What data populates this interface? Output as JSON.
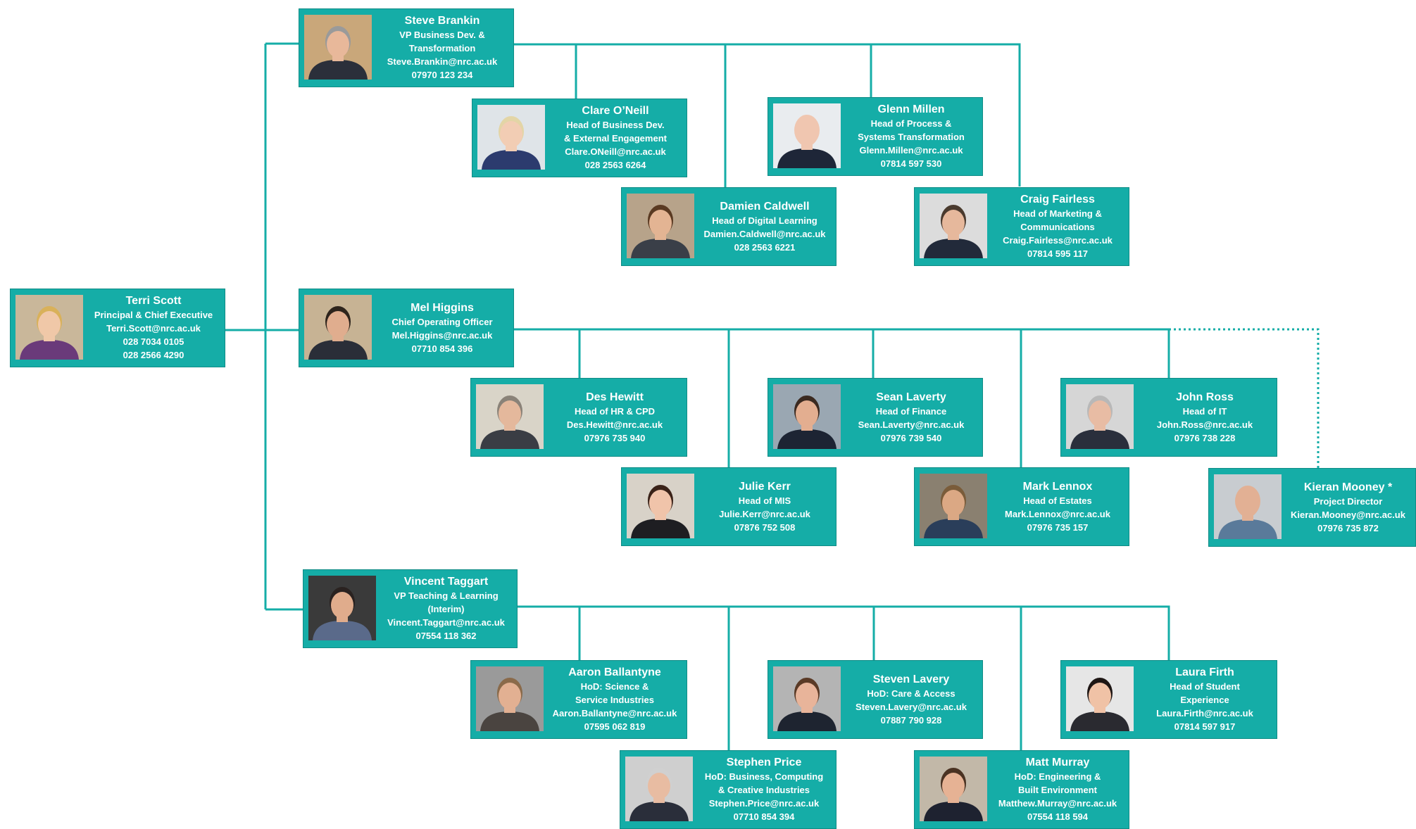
{
  "colors": {
    "card": "#15ada7",
    "line": "#15ada7",
    "text": "#ffffff"
  },
  "people": [
    {
      "id": "terri-scott",
      "name": "Terri Scott",
      "role": [
        "Principal & Chief Executive"
      ],
      "email": "Terri.Scott@nrc.ac.uk",
      "phones": [
        "028 7034 0105",
        "028 2566 4290"
      ],
      "photo": {
        "skin": "#f0c8a8",
        "hair": "#d9b15a",
        "shirt": "#6a3a7a",
        "bg": "#c9b79a"
      }
    },
    {
      "id": "steve-brankin",
      "name": "Steve Brankin",
      "role": [
        "VP Business Dev. &",
        "Transformation"
      ],
      "email": "Steve.Brankin@nrc.ac.uk",
      "phones": [
        "07970 123 234"
      ],
      "photo": {
        "skin": "#e8b89a",
        "hair": "#9a9a9a",
        "shirt": "#2b2f3a",
        "bg": "#c9a77a"
      }
    },
    {
      "id": "clare-oneill",
      "name": "Clare O’Neill",
      "role": [
        "Head of Business Dev.",
        "& External Engagement"
      ],
      "email": "Clare.ONeill@nrc.ac.uk",
      "phones": [
        "028 2563 6264"
      ],
      "photo": {
        "skin": "#f2cdb4",
        "hair": "#e3d5a6",
        "shirt": "#2c3b6e",
        "bg": "#dfe4e8"
      }
    },
    {
      "id": "glenn-millen",
      "name": "Glenn Millen",
      "role": [
        "Head of Process &",
        "Systems Transformation"
      ],
      "email": "Glenn.Millen@nrc.ac.uk",
      "phones": [
        "07814 597 530"
      ],
      "photo": {
        "skin": "#f0c6b0",
        "hair": "#f0c6b0",
        "shirt": "#1e2638",
        "bg": "#e9ecef"
      }
    },
    {
      "id": "damien-caldwell",
      "name": "Damien Caldwell",
      "role": [
        "Head of Digital Learning"
      ],
      "email": "Damien.Caldwell@nrc.ac.uk",
      "phones": [
        "028 2563 6221"
      ],
      "photo": {
        "skin": "#e3b493",
        "hair": "#5a3a22",
        "shirt": "#3a3f48",
        "bg": "#b7a38a"
      }
    },
    {
      "id": "craig-fairless",
      "name": "Craig Fairless",
      "role": [
        "Head of Marketing &",
        "Communications"
      ],
      "email": "Craig.Fairless@nrc.ac.uk",
      "phones": [
        "07814 595 117"
      ],
      "photo": {
        "skin": "#e6b89c",
        "hair": "#4a3a2e",
        "shirt": "#222a3a",
        "bg": "#dcdcdc"
      }
    },
    {
      "id": "mel-higgins",
      "name": "Mel Higgins",
      "role": [
        "Chief Operating Officer"
      ],
      "email": "Mel.Higgins@nrc.ac.uk",
      "phones": [
        "07710 854 396"
      ],
      "photo": {
        "skin": "#e0ad8e",
        "hair": "#2e241c",
        "shirt": "#2a2e38",
        "bg": "#c7b394"
      }
    },
    {
      "id": "des-hewitt",
      "name": "Des Hewitt",
      "role": [
        "Head of HR & CPD"
      ],
      "email": "Des.Hewitt@nrc.ac.uk",
      "phones": [
        "07976 735 940"
      ],
      "photo": {
        "skin": "#e4b89c",
        "hair": "#8a8278",
        "shirt": "#3a3d44",
        "bg": "#d9d4c8"
      }
    },
    {
      "id": "sean-laverty",
      "name": "Sean Laverty",
      "role": [
        "Head of Finance"
      ],
      "email": "Sean.Laverty@nrc.ac.uk",
      "phones": [
        "07976 739 540"
      ],
      "photo": {
        "skin": "#e3ae90",
        "hair": "#3b2a20",
        "shirt": "#1d2433",
        "bg": "#9aa7b2"
      }
    },
    {
      "id": "john-ross",
      "name": "John Ross",
      "role": [
        "Head of IT"
      ],
      "email": "John.Ross@nrc.ac.uk",
      "phones": [
        "07976 738 228"
      ],
      "photo": {
        "skin": "#e8bca4",
        "hair": "#b8b8b8",
        "shirt": "#2a2f3c",
        "bg": "#d6d6d6"
      }
    },
    {
      "id": "julie-kerr",
      "name": "Julie Kerr",
      "role": [
        "Head of MIS"
      ],
      "email": "Julie.Kerr@nrc.ac.uk",
      "phones": [
        "07876 752 508"
      ],
      "photo": {
        "skin": "#f0c4aa",
        "hair": "#3a2218",
        "shirt": "#1e1e22",
        "bg": "#d8d2c8"
      }
    },
    {
      "id": "mark-lennox",
      "name": "Mark Lennox",
      "role": [
        "Head of Estates"
      ],
      "email": "Mark.Lennox@nrc.ac.uk",
      "phones": [
        "07976 735 157"
      ],
      "photo": {
        "skin": "#dba884",
        "hair": "#7a5c3a",
        "shirt": "#2a3e5a",
        "bg": "#8a8070"
      }
    },
    {
      "id": "kieran-mooney",
      "name": "Kieran Mooney *",
      "role": [
        "Project Director"
      ],
      "email": "Kieran.Mooney@nrc.ac.uk",
      "phones": [
        "07976 735 872"
      ],
      "photo": {
        "skin": "#e2b094",
        "hair": "#e2b094",
        "shirt": "#5a7a9a",
        "bg": "#c8ccd0"
      }
    },
    {
      "id": "vincent-taggart",
      "name": "Vincent Taggart",
      "role": [
        "VP Teaching & Learning",
        "(Interim)"
      ],
      "email": "Vincent.Taggart@nrc.ac.uk",
      "phones": [
        "07554 118 362"
      ],
      "photo": {
        "skin": "#e0ac8c",
        "hair": "#2a2220",
        "shirt": "#5a6a8a",
        "bg": "#3a3a3a"
      }
    },
    {
      "id": "aaron-ballantyne",
      "name": "Aaron Ballantyne",
      "role": [
        "HoD: Science &",
        "Service Industries"
      ],
      "email": "Aaron.Ballantyne@nrc.ac.uk",
      "phones": [
        "07595 062 819"
      ],
      "photo": {
        "skin": "#e2b092",
        "hair": "#8a6a4a",
        "shirt": "#4a4440",
        "bg": "#9a9a9a"
      }
    },
    {
      "id": "steven-lavery",
      "name": "Steven Lavery",
      "role": [
        "HoD: Care & Access"
      ],
      "email": "Steven.Lavery@nrc.ac.uk",
      "phones": [
        "07887 790 928"
      ],
      "photo": {
        "skin": "#e8b49a",
        "hair": "#5a3a26",
        "shirt": "#1e2430",
        "bg": "#b4b4b4"
      }
    },
    {
      "id": "laura-firth",
      "name": "Laura Firth",
      "role": [
        "Head of Student",
        "Experience"
      ],
      "email": "Laura.Firth@nrc.ac.uk",
      "phones": [
        "07814 597 917"
      ],
      "photo": {
        "skin": "#f0c2a6",
        "hair": "#1e1614",
        "shirt": "#2a2a30",
        "bg": "#e6e6e6"
      }
    },
    {
      "id": "stephen-price",
      "name": "Stephen Price",
      "role": [
        "HoD: Business, Computing",
        "& Creative Industries"
      ],
      "email": "Stephen.Price@nrc.ac.uk",
      "phones": [
        "07710 854 394"
      ],
      "photo": {
        "skin": "#e8bca2",
        "hair": "#d0d0d0",
        "shirt": "#2a2e3a",
        "bg": "#cfcfcf"
      }
    },
    {
      "id": "matt-murray",
      "name": "Matt Murray",
      "role": [
        "HoD: Engineering &",
        "Built Environment"
      ],
      "email": "Matthew.Murray@nrc.ac.uk",
      "phones": [
        "07554 118 594"
      ],
      "photo": {
        "skin": "#e6b294",
        "hair": "#4a3222",
        "shirt": "#1e2230",
        "bg": "#c2b8a8"
      }
    }
  ]
}
